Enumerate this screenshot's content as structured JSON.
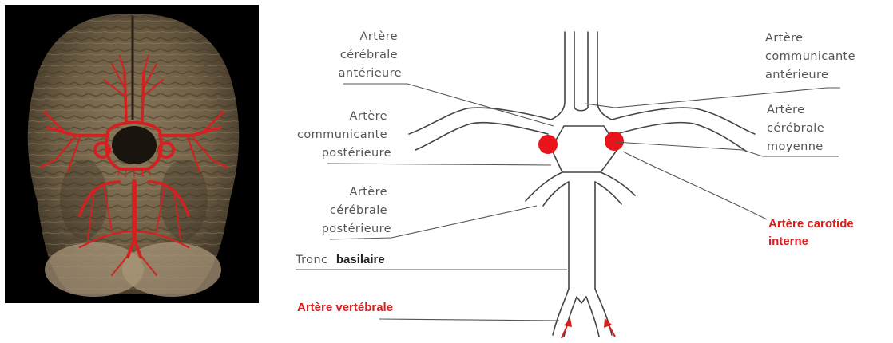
{
  "labels": {
    "aca": [
      "Artère",
      "cérébrale",
      "antérieure"
    ],
    "acom": [
      "Artère",
      "communicante",
      "antérieure"
    ],
    "pcom": [
      "Artère",
      "communicante",
      "postérieure"
    ],
    "mca": [
      "Artère",
      "cérébrale",
      "moyenne"
    ],
    "pca": [
      "Artère",
      "cérébrale",
      "postérieure"
    ],
    "ica": [
      "Artère carotide",
      "interne"
    ],
    "basilar_prefix": "Tronc",
    "basilar_bold": "basilaire",
    "vertebral": "Artère vertébrale"
  },
  "colors": {
    "brain": "#7a6a4f",
    "arteries": "#d42020",
    "carotid_dot": "#e8141a",
    "label_red": "#e01b1b"
  }
}
